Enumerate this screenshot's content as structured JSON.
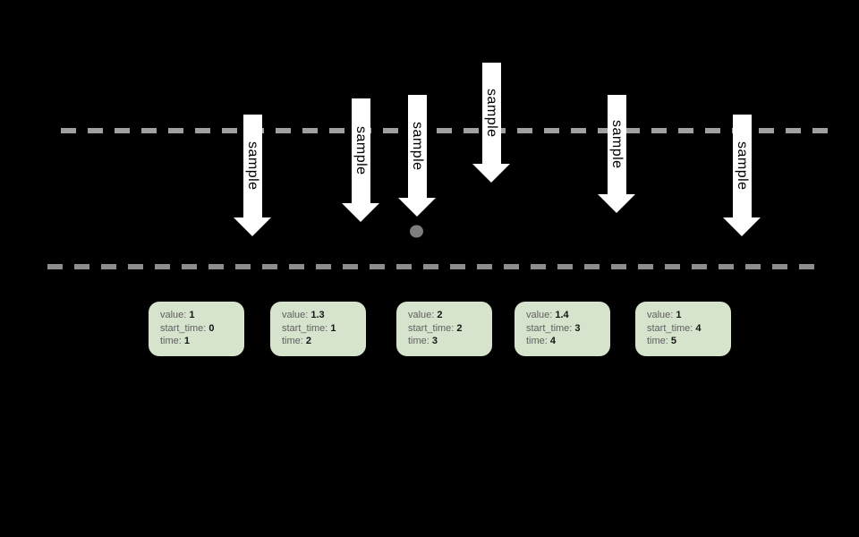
{
  "arrows": [
    {
      "label": "sample"
    },
    {
      "label": "sample"
    },
    {
      "label": "sample"
    },
    {
      "label": "sample"
    },
    {
      "label": "sample"
    },
    {
      "label": "sample"
    }
  ],
  "boxes": [
    {
      "fields": [
        {
          "label": "value:",
          "value": "1"
        },
        {
          "label": "start_time:",
          "value": "0"
        },
        {
          "label": "time:",
          "value": "1"
        }
      ]
    },
    {
      "fields": [
        {
          "label": "value:",
          "value": "1.3"
        },
        {
          "label": "start_time:",
          "value": "1"
        },
        {
          "label": "time:",
          "value": "2"
        }
      ]
    },
    {
      "fields": [
        {
          "label": "value:",
          "value": "2"
        },
        {
          "label": "start_time:",
          "value": "2"
        },
        {
          "label": "time:",
          "value": "3"
        }
      ]
    },
    {
      "fields": [
        {
          "label": "value:",
          "value": "1.4"
        },
        {
          "label": "start_time:",
          "value": "3"
        },
        {
          "label": "time:",
          "value": "4"
        }
      ]
    },
    {
      "fields": [
        {
          "label": "value:",
          "value": "1"
        },
        {
          "label": "start_time:",
          "value": "4"
        },
        {
          "label": "time:",
          "value": "5"
        }
      ]
    }
  ],
  "colors": {
    "background": "#000000",
    "arrow_fill": "#ffffff",
    "arrow_text": "#000000",
    "top_dashed_line": "#a0a0a0",
    "bottom_dashed_line": "#8d8d8d",
    "sample_point_dot": "#7d7d7d",
    "box_fill": "#d6e4cd",
    "box_label_text": "#5f5f5f",
    "box_value_text": "#141414"
  }
}
